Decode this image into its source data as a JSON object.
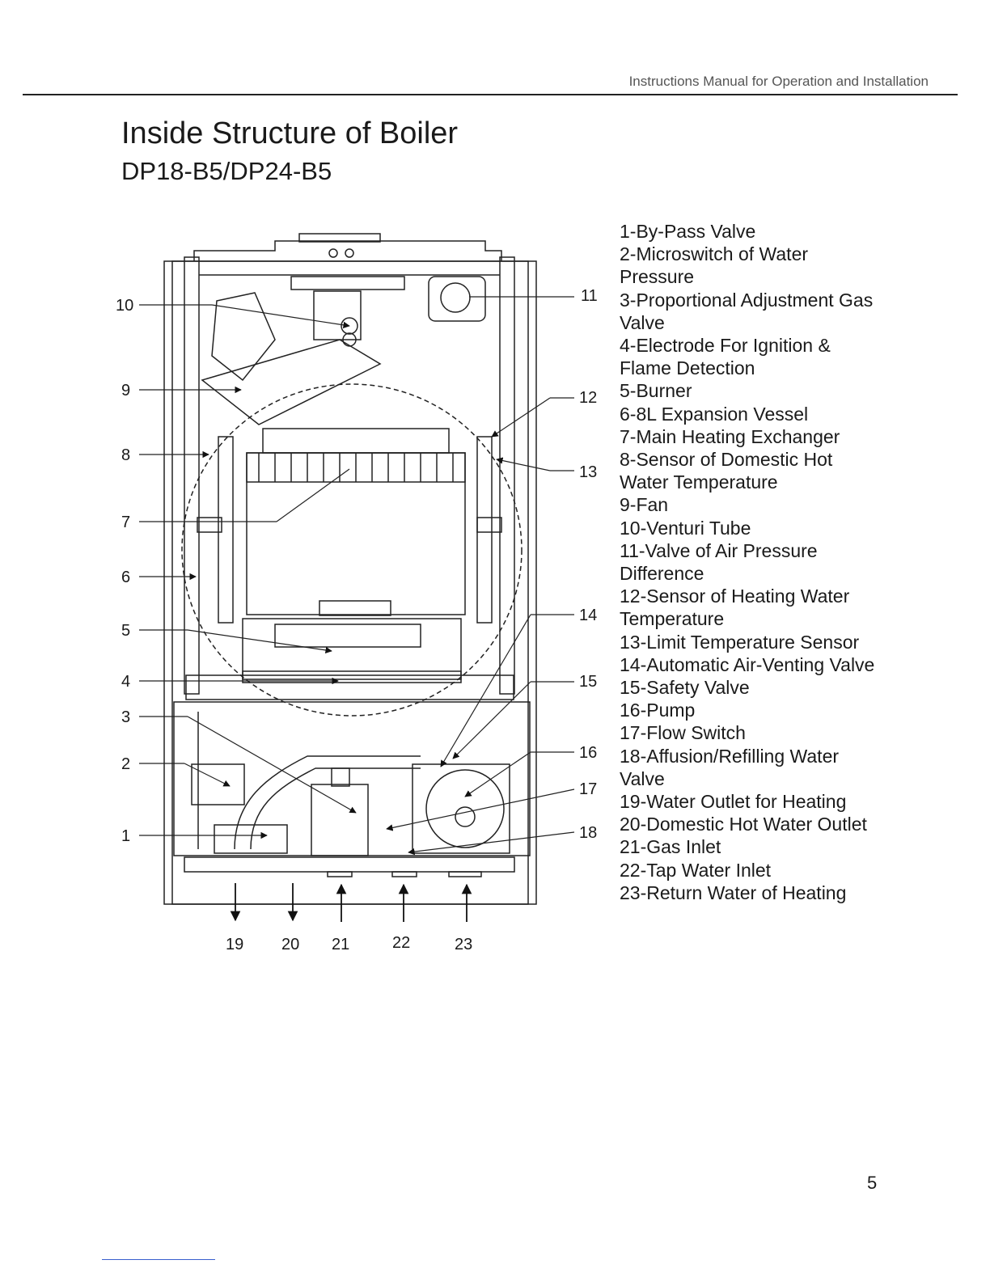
{
  "header": {
    "running_title": "Instructions Manual for Operation and Installation"
  },
  "title": "Inside Structure of Boiler",
  "subtitle": "DP18-B5/DP24-B5",
  "callouts": {
    "c1": "1",
    "c2": "2",
    "c3": "3",
    "c4": "4",
    "c5": "5",
    "c6": "6",
    "c7": "7",
    "c8": "8",
    "c9": "9",
    "c10": "10",
    "c11": "11",
    "c12": "12",
    "c13": "13",
    "c14": "14",
    "c15": "15",
    "c16": "16",
    "c17": "17",
    "c18": "18",
    "c19": "19",
    "c20": "20",
    "c21": "21",
    "c22": "22",
    "c23": "23"
  },
  "legend": [
    "1-By-Pass Valve",
    "2-Microswitch of Water",
    "Pressure",
    "3-Proportional Adjustment Gas",
    "Valve",
    "4-Electrode For Ignition &",
    "Flame Detection",
    "5-Burner",
    "6-8L Expansion Vessel",
    "7-Main Heating Exchanger",
    "8-Sensor of Domestic Hot",
    "Water Temperature",
    "9-Fan",
    "10-Venturi Tube",
    "11-Valve of Air Pressure",
    "Difference",
    "12-Sensor of Heating Water",
    "Temperature",
    "13-Limit Temperature Sensor",
    "14-Automatic Air-Venting Valve",
    "15-Safety Valve",
    "16-Pump",
    "17-Flow Switch",
    "18-Affusion/Refilling Water",
    "Valve",
    "19-Water Outlet for Heating",
    "20-Domestic Hot Water Outlet",
    "21-Gas Inlet",
    "22-Tap Water Inlet",
    "23-Return Water of Heating"
  ],
  "page_number": "5"
}
